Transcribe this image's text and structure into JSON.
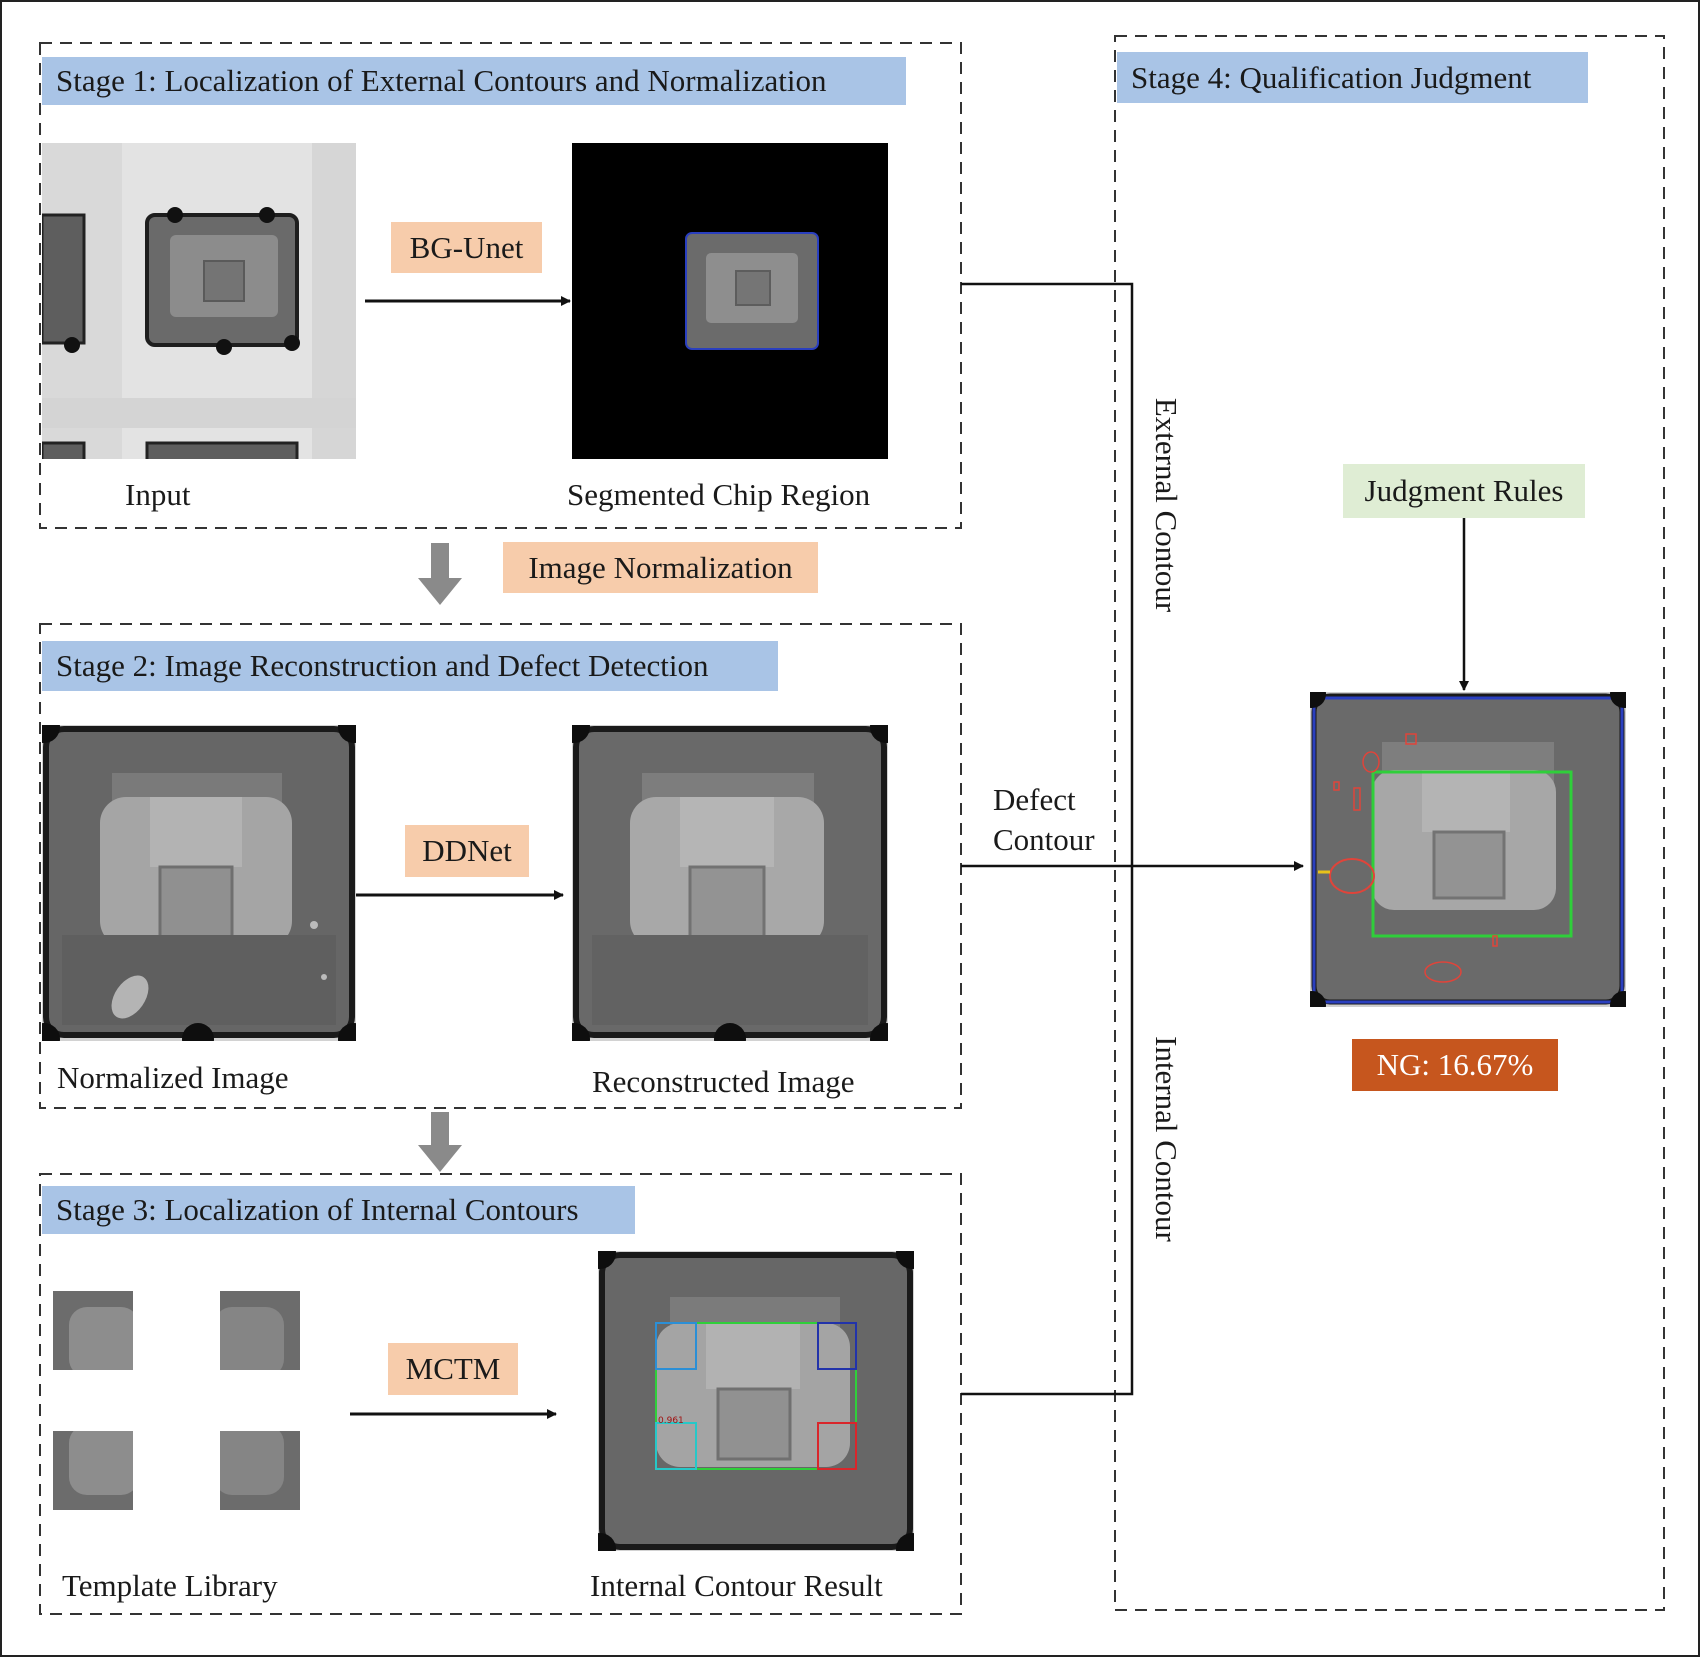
{
  "stage1": {
    "title": "Stage 1: Localization of External Contours and Normalization",
    "method": "BG-Unet",
    "input_caption": "Input",
    "output_caption": "Segmented Chip Region"
  },
  "transition1": {
    "label": "Image Normalization"
  },
  "stage2": {
    "title": "Stage 2: Image Reconstruction and Defect Detection",
    "method": "DDNet",
    "input_caption": "Normalized Image",
    "output_caption": "Reconstructed Image"
  },
  "stage3": {
    "title": "Stage 3: Localization of Internal Contours",
    "method": "MCTM",
    "input_caption": "Template Library",
    "output_caption": "Internal Contour Result",
    "match_scores": [
      "0.961"
    ]
  },
  "stage4": {
    "title": "Stage 4: Qualification Judgment",
    "rules_label": "Judgment Rules",
    "result": "NG: 16.67%"
  },
  "connectors": {
    "external": "External Contour",
    "defect_line1": "Defect",
    "defect_line2": "Contour",
    "internal": "Internal Contour"
  },
  "colors": {
    "stage_title_bg": "#a9c4e6",
    "method_bg": "#f7ccab",
    "rules_bg": "#dfedd4",
    "result_bg": "#c6561e",
    "outer_contour": "#2a3fbf",
    "inner_contour": "#2fcf3a",
    "defect_contour": "#e0443a"
  }
}
